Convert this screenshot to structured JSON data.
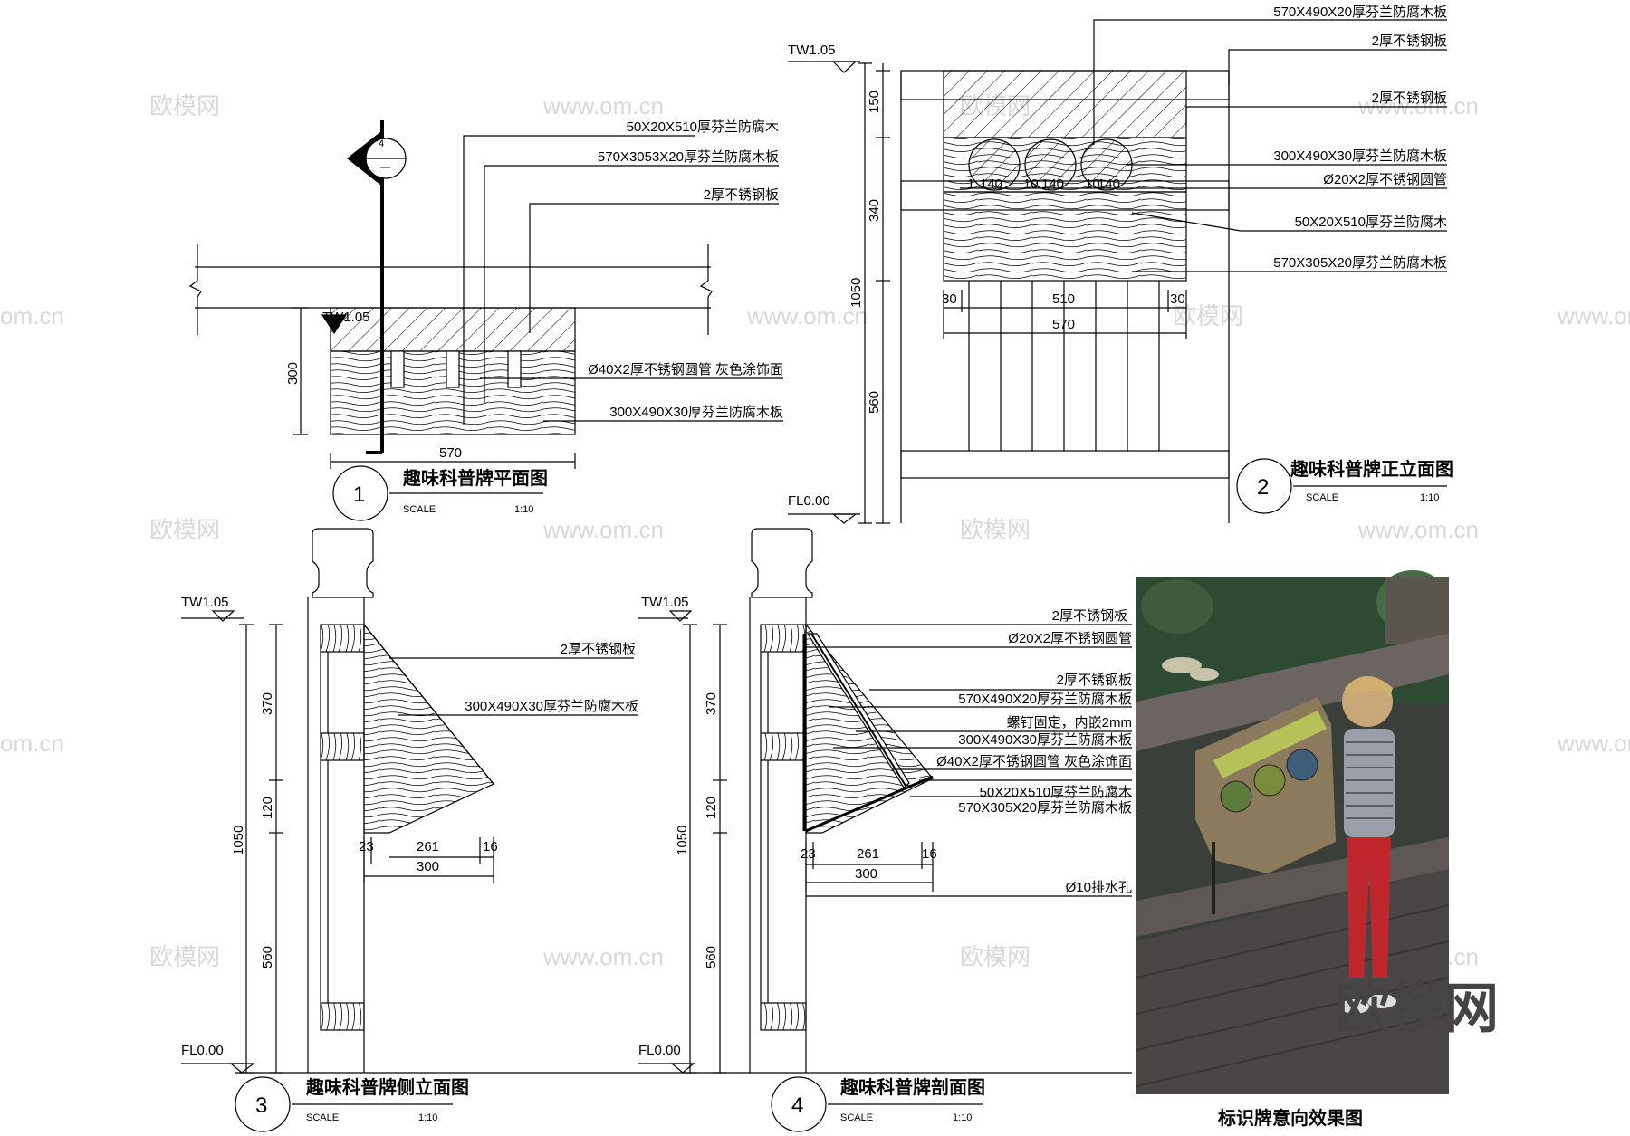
{
  "views": {
    "plan": {
      "number": "1",
      "title": "趣味科普牌平面图",
      "scale_label": "SCALE",
      "scale_value": "1:10",
      "section_mark_top": "4",
      "section_mark_bottom": "—",
      "level": "TW1.05",
      "labels": [
        "50X20X510厚芬兰防腐木",
        "570X3053X20厚芬兰防腐木板",
        "2厚不锈钢板",
        "Ø40X2厚不锈钢圆管  灰色涂饰面",
        "300X490X30厚芬兰防腐木板"
      ],
      "dims": {
        "width": "570",
        "depth": "300"
      }
    },
    "front": {
      "number": "2",
      "title": "趣味科普牌正立面图",
      "scale_label": "SCALE",
      "scale_value": "1:10",
      "level_top": "TW1.05",
      "level_bottom": "FL0.00",
      "labels": [
        "570X490X20厚芬兰防腐木板",
        "2厚不锈钢板",
        "2厚不锈钢板",
        "300X490X30厚芬兰防腐木板",
        "Ø20X2厚不锈钢圆管",
        "50X20X510厚芬兰防腐木",
        "570X305X20厚芬兰防腐木板"
      ],
      "dims_v": [
        "150",
        "340",
        "1050",
        "560"
      ],
      "dims_inner": [
        "1",
        "140",
        "10",
        "140",
        "10",
        "140"
      ],
      "dims_h": [
        "30",
        "510",
        "30",
        "570"
      ]
    },
    "side": {
      "number": "3",
      "title": "趣味科普牌侧立面图",
      "scale_label": "SCALE",
      "scale_value": "1:10",
      "level_top": "TW1.05",
      "level_bottom": "FL0.00",
      "labels": [
        "2厚不锈钢板",
        "300X490X30厚芬兰防腐木板"
      ],
      "dims_v": [
        "370",
        "120",
        "1050",
        "560"
      ],
      "dims_h": [
        "23",
        "261",
        "16",
        "300"
      ]
    },
    "section": {
      "number": "4",
      "title": "趣味科普牌剖面图",
      "scale_label": "SCALE",
      "scale_value": "1:10",
      "level_top": "TW1.05",
      "level_bottom": "FL0.00",
      "labels": [
        "2厚不锈钢板",
        "Ø20X2厚不锈钢圆管",
        "2厚不锈钢板",
        "570X490X20厚芬兰防腐木板",
        "螺钉固定，内嵌2mm",
        "300X490X30厚芬兰防腐木板",
        "Ø40X2厚不锈钢圆管  灰色涂饰面",
        "50X20X510厚芬兰防腐木",
        "570X305X20厚芬兰防腐木板",
        "Ø10排水孔"
      ],
      "dims_v": [
        "370",
        "120",
        "1050",
        "560"
      ],
      "dims_h": [
        "23",
        "261",
        "16",
        "300"
      ]
    }
  },
  "photo": {
    "caption": "标识牌意向效果图",
    "brand": "欧模网"
  },
  "watermarks": {
    "cn": "欧模网",
    "url": "www.om.cn",
    "url_short": "om.cn"
  },
  "colors": {
    "line": "#000000",
    "watermark": "#d8d8d8",
    "deck": "#4a4645",
    "rail": "#6b6460",
    "sign_wood": "#8c7a5c",
    "sign_panel": "#b7c15a",
    "shirt": "#9a9ea8",
    "pants": "#c0272d",
    "foliage": "#2f4a32"
  }
}
